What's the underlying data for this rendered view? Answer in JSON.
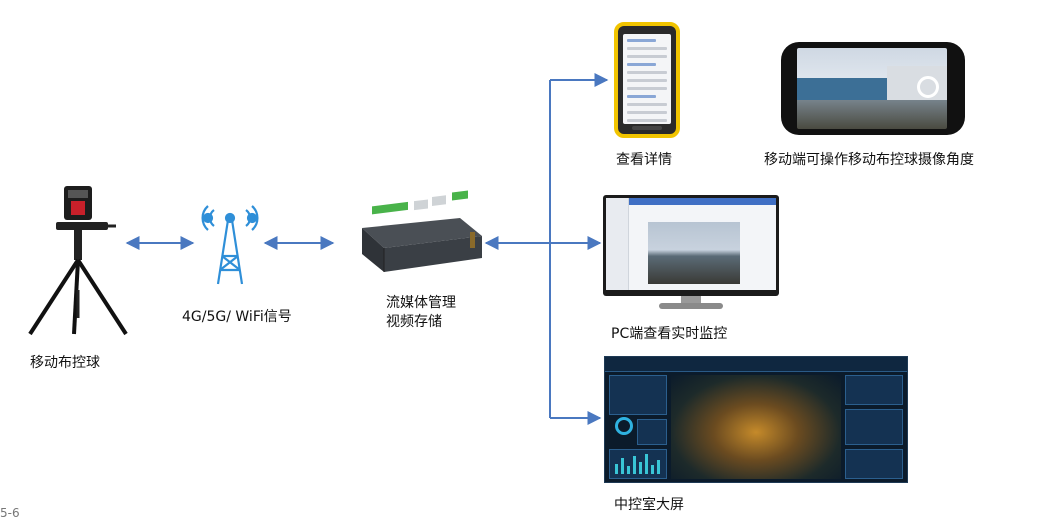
{
  "diagram": {
    "nodes": {
      "ball": {
        "label": "移动布控球"
      },
      "signal": {
        "label": "4G/5G/ WiFi信号"
      },
      "server": {
        "label_line1": "流媒体管理",
        "label_line2": "视频存储"
      },
      "detail": {
        "label": "查看详情"
      },
      "mobile": {
        "label": "移动端可操作移动布控球摄像角度"
      },
      "pc": {
        "label": "PC端查看实时监控"
      },
      "bigscreen": {
        "label": "中控室大屏"
      }
    },
    "figure_number": "5-6"
  },
  "colors": {
    "arrow": "#4a78c0",
    "accent_yellow": "#f1c400",
    "tower_blue": "#2f8fd8"
  },
  "icons": [
    "tripod-camera-icon",
    "signal-tower-icon",
    "router-icon",
    "rugged-phone-icon",
    "smartphone-icon",
    "monitor-icon",
    "dashboard-screen-icon"
  ]
}
